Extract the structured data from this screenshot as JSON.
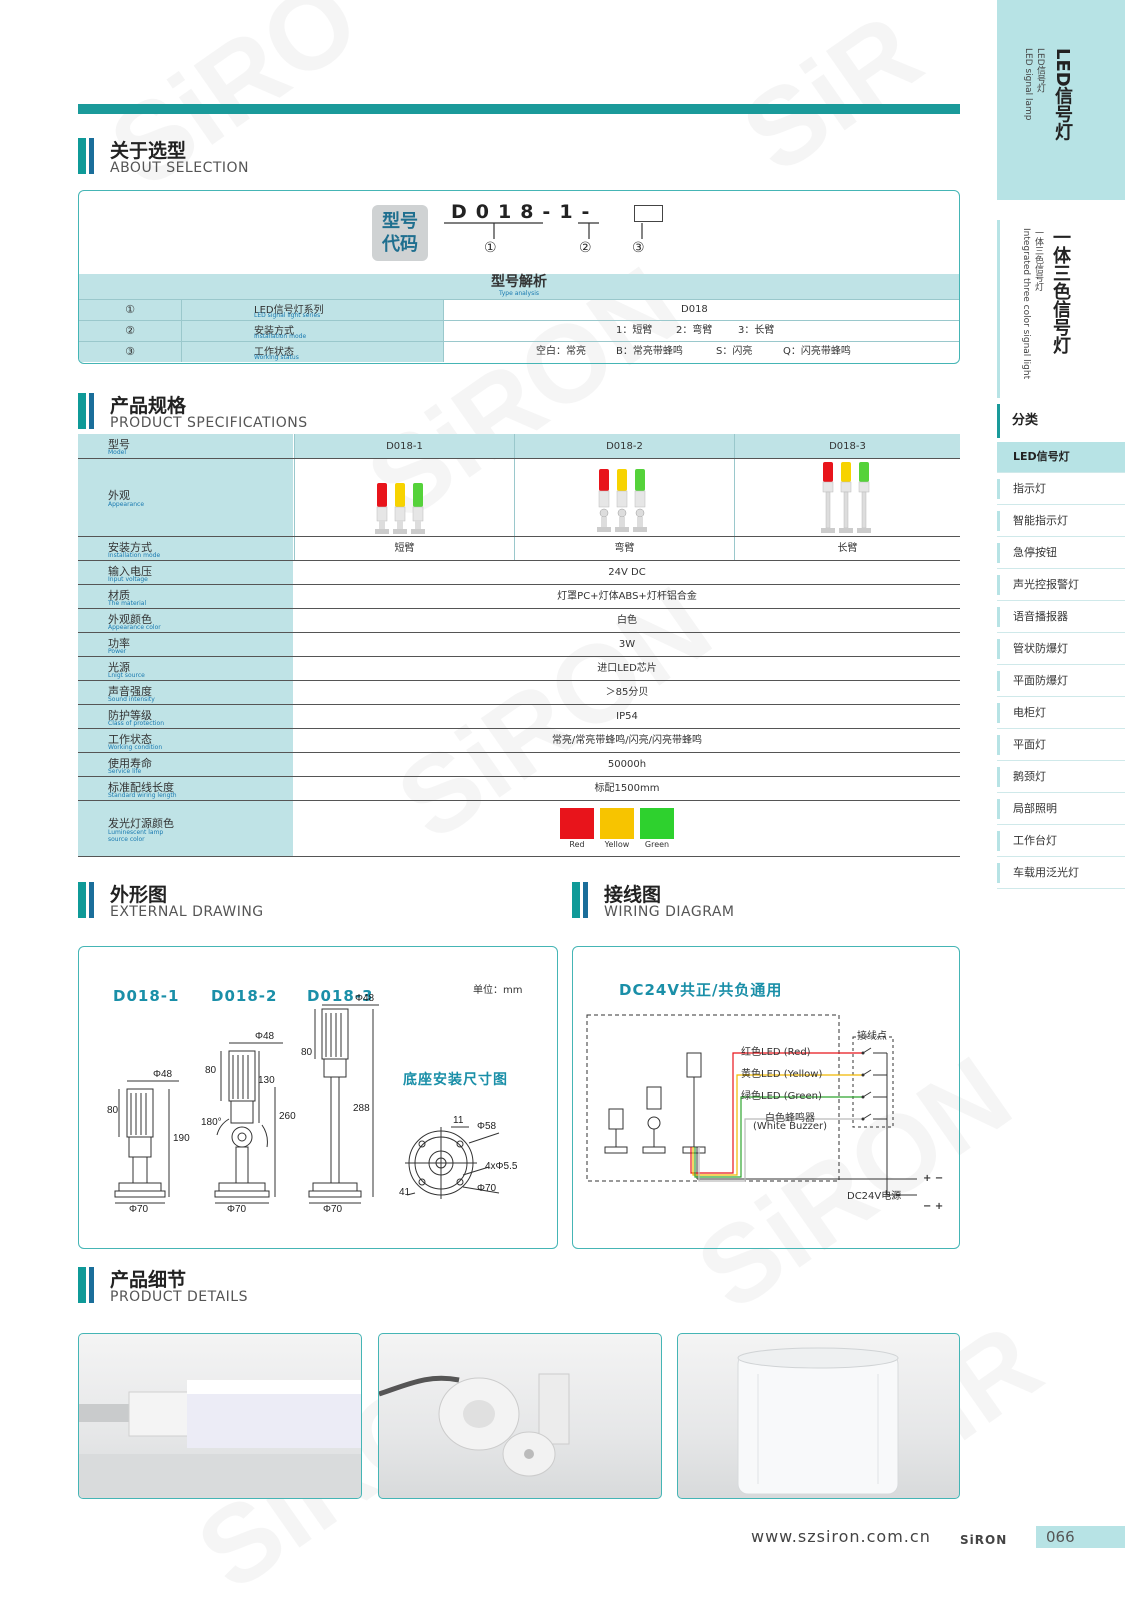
{
  "sidebar": {
    "tab1_zh": "LED信号灯",
    "tab1_zh_small": "LED信号灯",
    "tab1_en": "LED signal lamp",
    "tab2_zh": "一体三色信号灯",
    "tab2_zh_small": "一体三色信号灯",
    "tab2_en": "Integrated three color signal light",
    "category": "分类",
    "items": [
      "LED信号灯",
      "指示灯",
      "智能指示灯",
      "急停按钮",
      "声光控报警灯",
      "语音播报器",
      "管状防爆灯",
      "平面防爆灯",
      "电柜灯",
      "平面灯",
      "鹅颈灯",
      "局部照明",
      "工作台灯",
      "车载用泛光灯"
    ]
  },
  "selection": {
    "title_zh": "关于选型",
    "title_en": "ABOUT SELECTION",
    "code_label_1": "型号",
    "code_label_2": "代码",
    "code": "D018-1-",
    "markers": [
      "①",
      "②",
      "③"
    ],
    "analysis_zh": "型号解析",
    "analysis_en": "Type analysis",
    "rows": [
      {
        "num": "①",
        "zh": "LED信号灯系列",
        "en": "LED signal light series",
        "values": [
          "D018"
        ]
      },
      {
        "num": "②",
        "zh": "安装方式",
        "en": "Installation mode",
        "values": [
          "1：短臂",
          "2：弯臂",
          "3：长臂"
        ]
      },
      {
        "num": "③",
        "zh": "工作状态",
        "en": "Working status",
        "values": [
          "空白：常亮",
          "B：常亮带蜂鸣",
          "S：闪亮",
          "Q：闪亮带蜂鸣"
        ]
      }
    ]
  },
  "specs": {
    "title_zh": "产品规格",
    "title_en": "PRODUCT SPECIFICATIONS",
    "model_zh": "型号",
    "model_en": "Model",
    "models": [
      "D018-1",
      "D018-2",
      "D018-3"
    ],
    "appearance_zh": "外观",
    "appearance_en": "Appearance",
    "install_zh": "安装方式",
    "install_en": "Installation mode",
    "install_values": [
      "短臂",
      "弯臂",
      "长臂"
    ],
    "rows": [
      {
        "zh": "输入电压",
        "en": "Input voltage",
        "value": "24V DC"
      },
      {
        "zh": "材质",
        "en": "The material",
        "value": "灯罩PC+灯体ABS+灯杆铝合金"
      },
      {
        "zh": "外观颜色",
        "en": "Appearance color",
        "value": "白色"
      },
      {
        "zh": "功率",
        "en": "Power",
        "value": "3W"
      },
      {
        "zh": "光源",
        "en": "Lnigt source",
        "value": "进口LED芯片"
      },
      {
        "zh": "声音强度",
        "en": "Sound intensity",
        "value": "＞85分贝"
      },
      {
        "zh": "防护等级",
        "en": "Class of protection",
        "value": "IP54"
      },
      {
        "zh": "工作状态",
        "en": "Working condition",
        "value": "常亮/常亮带蜂鸣/闪亮/闪亮带蜂鸣"
      },
      {
        "zh": "使用寿命",
        "en": "Service life",
        "value": "50000h"
      },
      {
        "zh": "标准配线长度",
        "en": "Standard wiring length",
        "value": "标配1500mm"
      }
    ],
    "color_zh": "发光灯源颜色",
    "color_en_1": "Luminescent lamp",
    "color_en_2": "source color",
    "colors": [
      {
        "name": "Red",
        "hex": "#e8141b"
      },
      {
        "name": "Yellow",
        "hex": "#f7c400"
      },
      {
        "name": "Green",
        "hex": "#2ed12e"
      }
    ]
  },
  "drawing": {
    "title_zh": "外形图",
    "title_en": "EXTERNAL DRAWING",
    "models": [
      "D018-1",
      "D018-2",
      "D018-3"
    ],
    "unit": "单位：mm",
    "base_title": "底座安装尺寸图",
    "dims": {
      "d1_48": "Φ48",
      "d1_80": "80",
      "d1_190": "190",
      "d1_70": "Φ70",
      "d2_48": "Φ48",
      "d2_80": "80",
      "d2_130": "130",
      "d2_180": "180°",
      "d2_260": "260",
      "d2_70": "Φ70",
      "d3_48": "Φ48",
      "d3_80": "80",
      "d3_288": "288",
      "d3_70": "Φ70",
      "b_11": "11",
      "b_58": "Φ58",
      "b_holes": "4xΦ5.5",
      "b_70": "Φ70",
      "b_41": "41"
    }
  },
  "wiring": {
    "title_zh": "接线图",
    "title_en": "WIRING DIAGRAM",
    "heading": "DC24V共正/共负通用",
    "contacts": "接线点",
    "red": "红色LED (Red)",
    "yellow": "黄色LED (Yellow)",
    "green": "绿色LED (Green)",
    "buzzer_zh": "白色蜂鸣器",
    "buzzer_en": "(White Buzzer)",
    "power": "DC24V电源",
    "pm_top": "+ −",
    "pm_bottom": "− +"
  },
  "details": {
    "title_zh": "产品细节",
    "title_en": "PRODUCT DETAILS"
  },
  "footer": {
    "url": "www.szsiron.com.cn",
    "logo": "SiRON",
    "page": "066"
  }
}
